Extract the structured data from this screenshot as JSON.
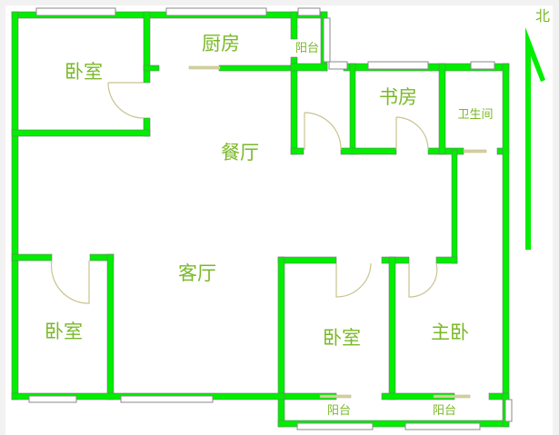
{
  "title": "户型图",
  "rooms": {
    "bedroom_nw": "卧室",
    "kitchen": "厨房",
    "balcony_small": "阳台",
    "study": "书房",
    "bathroom": "卫生间",
    "dining": "餐厅",
    "living": "客厅",
    "bedroom_sw": "卧室",
    "bedroom_s": "卧室",
    "master_bedroom": "主卧",
    "balcony_s1": "阳台",
    "balcony_s2": "阳台"
  },
  "compass": {
    "north_label": "北"
  },
  "colors": {
    "wall": "#00ee00",
    "label": "#7ab828",
    "door": "#c8c490"
  }
}
